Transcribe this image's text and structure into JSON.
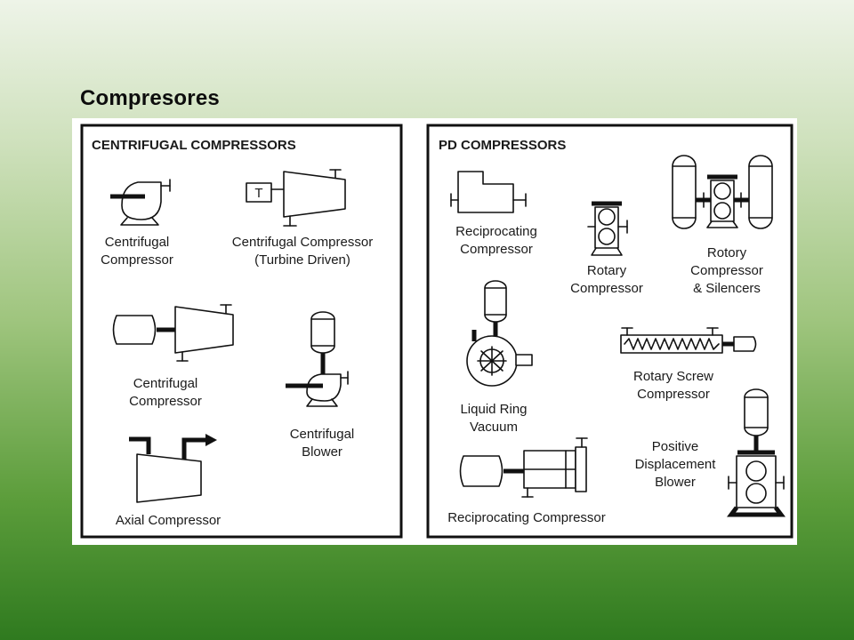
{
  "slide": {
    "title": "Compresores"
  },
  "panels": {
    "centrifugal": {
      "header": "CENTRIFUGAL COMPRESSORS",
      "items": {
        "centrifugal_compressor_1": [
          "Centrifugal",
          "Compressor"
        ],
        "turbine_driven": [
          "Centrifugal Compressor",
          "(Turbine Driven)"
        ],
        "turbine_symbol": "T",
        "centrifugal_compressor_2": [
          "Centrifugal",
          "Compressor"
        ],
        "centrifugal_blower": [
          "Centrifugal",
          "Blower"
        ],
        "axial_compressor": [
          "Axial Compressor"
        ]
      }
    },
    "pd": {
      "header": "PD COMPRESSORS",
      "items": {
        "reciprocating_compressor_1": [
          "Reciprocating",
          "Compressor"
        ],
        "rotary_compressor": [
          "Rotary",
          "Compressor"
        ],
        "rotory_silencers": [
          "Rotory",
          "Compressor",
          "& Silencers"
        ],
        "liquid_ring_vacuum": [
          "Liquid Ring",
          "Vacuum"
        ],
        "rotary_screw": [
          "Rotary Screw",
          "Compressor"
        ],
        "positive_displacement_blower": [
          "Positive",
          "Displacement",
          "Blower"
        ],
        "reciprocating_compressor_2": [
          "Reciprocating Compressor"
        ]
      }
    }
  }
}
